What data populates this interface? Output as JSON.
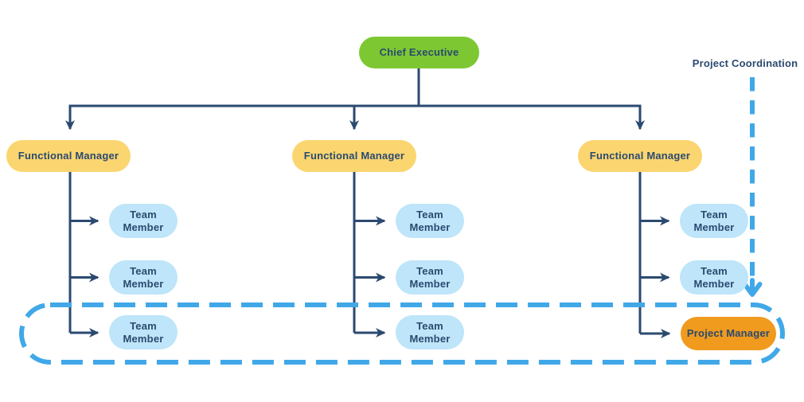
{
  "diagram": {
    "coordination_label": "Project Coordination",
    "root": {
      "label": "Chief Executive"
    },
    "managers": [
      {
        "label": "Functional Manager",
        "team": [
          {
            "label": "Team Member"
          },
          {
            "label": "Team Member"
          },
          {
            "label": "Team Member"
          }
        ]
      },
      {
        "label": "Functional Manager",
        "team": [
          {
            "label": "Team Member"
          },
          {
            "label": "Team Member"
          },
          {
            "label": "Team Member"
          }
        ]
      },
      {
        "label": "Functional Manager",
        "team": [
          {
            "label": "Team Member"
          },
          {
            "label": "Team Member"
          }
        ]
      }
    ],
    "project_manager": {
      "label": "Project Manager"
    },
    "colors": {
      "executive_fill": "#7DC832",
      "manager_fill": "#FBD56F",
      "team_member_fill": "#BEE5F9",
      "project_manager_fill": "#F09A1E",
      "connector_navy": "#2B4A70",
      "coordination_blue": "#41A8E8",
      "background": "#FFFFFF"
    }
  }
}
